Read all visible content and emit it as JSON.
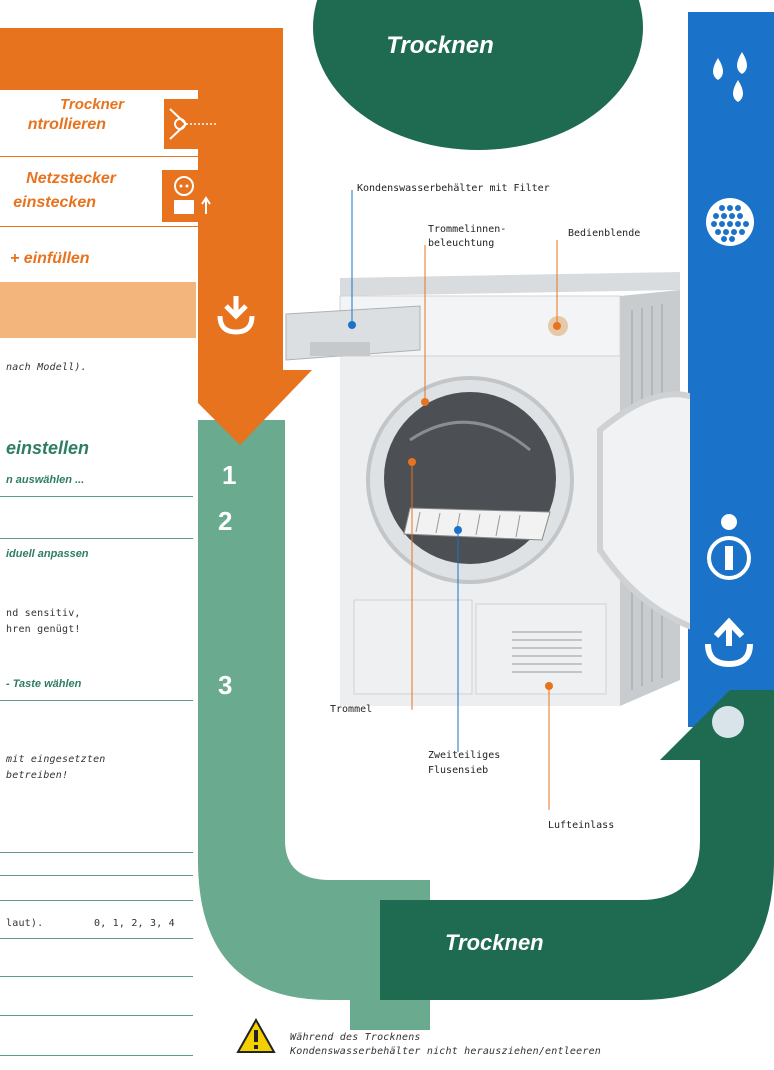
{
  "header": {
    "title_top": "Trocknen"
  },
  "bottom_banner": {
    "title": "Trocknen"
  },
  "left_panel": {
    "step_check": {
      "line1": "Trockner",
      "line2": "ntrollieren"
    },
    "step_plug": {
      "line1": "Netzstecker",
      "line2": "einstecken"
    },
    "step_fill": {
      "text": "+ einfüllen"
    },
    "note_model": "nach Modell).",
    "section_title": "einstellen",
    "sub1": "n auswählen ...",
    "sub2": "iduell anpassen",
    "sensitive_line1": "nd sensitiv,",
    "sensitive_line2": "hren genügt!",
    "key_select": "- Taste wählen",
    "filter_line1": "mit eingesetzten",
    "filter_line2": "betreiben!",
    "loud_label": "laut).",
    "loud_values": "0, 1, 2, 3, 4"
  },
  "steps": {
    "one": "1",
    "two": "2",
    "three": "3"
  },
  "labels": {
    "condenser": "Kondenswasserbehälter mit Filter",
    "drum_light_1": "Trommelinnen-",
    "drum_light_2": "beleuchtung",
    "panel": "Bedienblende",
    "drum": "Trommel",
    "lint_1": "Zweiteiliges",
    "lint_2": "Flusensieb",
    "air": "Lufteinlass"
  },
  "warning": {
    "line1": "Während des Trocknens",
    "line2": "Kondenswasserbehälter nicht herausziehen/entleeren"
  },
  "icons": [
    "water-drops-icon",
    "filter-icon",
    "download-icon",
    "info-icon",
    "upload-icon",
    "warning-icon"
  ],
  "colors": {
    "orange": "#e8731e",
    "green_light": "#6aaa8e",
    "green_dark": "#1f6b52",
    "blue": "#1a73c9"
  }
}
